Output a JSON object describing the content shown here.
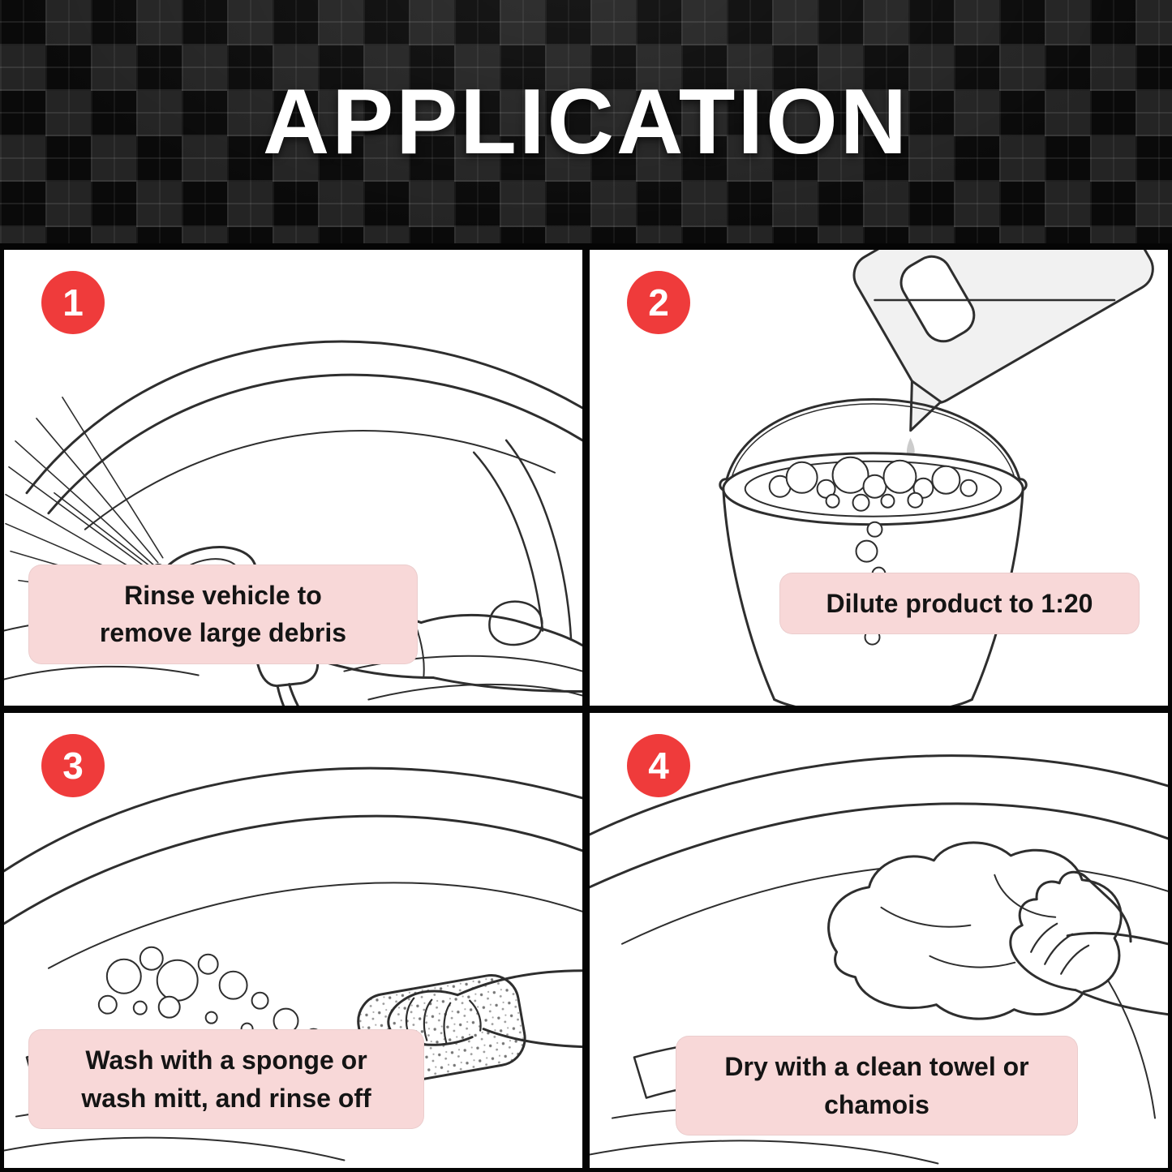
{
  "header": {
    "title": "APPLICATION"
  },
  "steps": [
    {
      "number": "1",
      "caption_line1": "Rinse vehicle to",
      "caption_line2": "remove large debris",
      "illustration": "hose-spray-rinse"
    },
    {
      "number": "2",
      "caption_line1": "Dilute product to 1:20",
      "illustration": "jug-pouring-into-bucket"
    },
    {
      "number": "3",
      "caption_line1": "Wash with a sponge or",
      "caption_line2": "wash mitt, and rinse off",
      "illustration": "sponge-washing-hood"
    },
    {
      "number": "4",
      "caption_line1": "Dry with a clean towel or",
      "caption_line2": "chamois",
      "illustration": "towel-drying-hood"
    }
  ],
  "colors": {
    "badge_red": "#ef3b3b",
    "caption_pink": "#f8d8d8",
    "line_art": "#2e2e2e",
    "header_bg": "#0c0c0c",
    "header_text": "#ffffff"
  }
}
